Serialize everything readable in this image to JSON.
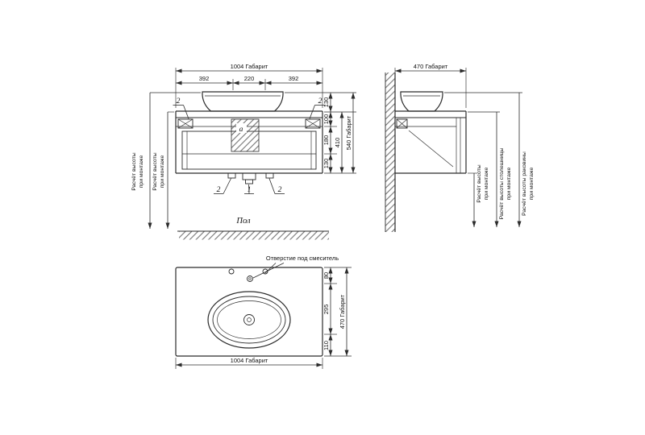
{
  "drawing": {
    "colors": {
      "background": "#ffffff",
      "line": "#2b2b2b",
      "text": "#111111"
    },
    "front_view": {
      "dim_total_width": "1004 Габарит",
      "dim_width_left": "392",
      "dim_width_center": "220",
      "dim_width_right": "392",
      "dim_sink_height": "130",
      "dim_top_height": "100",
      "dim_mid_height": "180",
      "dim_bottom_height": "130",
      "dim_cabinet_height": "410",
      "dim_total_height": "540 Габарит",
      "callout_top_left": "2",
      "callout_top_right": "2",
      "callout_section": "a",
      "callout_bottom_left": "2",
      "callout_bottom_center": "1",
      "callout_bottom_right": "2",
      "floor_label": "Пол",
      "note_mount_1_line1": "Расчёт высоты",
      "note_mount_1_line2": "при монтаже",
      "note_mount_2_line1": "Расчёт высоты",
      "note_mount_2_line2": "при монтаже"
    },
    "side_view": {
      "dim_total_depth": "470 Габарит",
      "note_mount_line1": "Расчёт высоты",
      "note_mount_line2": "при монтаже",
      "note_countertop_line1": "Расчёт высоты столешницы",
      "note_countertop_line2": "при монтаже",
      "note_sink_line1": "Расчёт высоты раковины",
      "note_sink_line2": "при монтаже"
    },
    "top_view": {
      "faucet_hole_label": "Отверстие под смеситель",
      "dim_back": "80",
      "dim_middle": "295",
      "dim_front": "110",
      "dim_total_depth": "470 Габарит",
      "dim_total_width": "1004 Габарит"
    }
  }
}
